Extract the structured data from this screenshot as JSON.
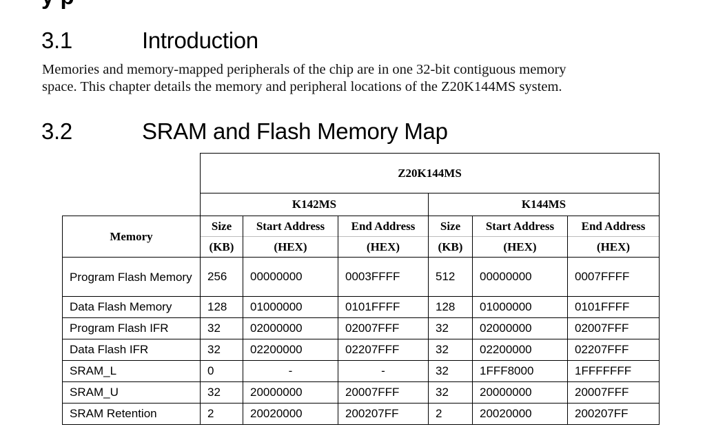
{
  "prev_heading": "y p",
  "sections": [
    {
      "number": "3.1",
      "title": "Introduction"
    },
    {
      "number": "3.2",
      "title": "SRAM and Flash Memory Map"
    }
  ],
  "intro": {
    "line1": "Memories and memory-mapped peripherals of the chip are in one 32-bit contiguous memory",
    "line2": "space. This chapter details the memory and peripheral locations of the Z20K144MS system."
  },
  "table": {
    "product": "Z20K144MS",
    "variants": [
      "K142MS",
      "K144MS"
    ],
    "memory_header": "Memory",
    "col_headers": [
      {
        "top": "Size",
        "bottom": "(KB)"
      },
      {
        "top": "Start Address",
        "bottom": "(HEX)"
      },
      {
        "top": "End Address",
        "bottom": "(HEX)"
      },
      {
        "top": "Size",
        "bottom": "(KB)"
      },
      {
        "top": "Start Address",
        "bottom": "(HEX)"
      },
      {
        "top": "End Address",
        "bottom": "(HEX)"
      }
    ],
    "rows": [
      {
        "memory": "Program Flash Memory",
        "cells": [
          "256",
          "00000000",
          "0003FFFF",
          "512",
          "00000000",
          "0007FFFF"
        ]
      },
      {
        "memory": "Data Flash Memory",
        "cells": [
          "128",
          "01000000",
          "0101FFFF",
          "128",
          "01000000",
          "0101FFFF"
        ]
      },
      {
        "memory": "Program Flash IFR",
        "cells": [
          "32",
          "02000000",
          "02007FFF",
          "32",
          "02000000",
          "02007FFF"
        ]
      },
      {
        "memory": "Data Flash IFR",
        "cells": [
          "32",
          "02200000",
          "02207FFF",
          "32",
          "02200000",
          "02207FFF"
        ]
      },
      {
        "memory": "SRAM_L",
        "cells": [
          "0",
          "-",
          "-",
          "32",
          "1FFF8000",
          "1FFFFFFF"
        ]
      },
      {
        "memory": "SRAM_U",
        "cells": [
          "32",
          "20000000",
          "20007FFF",
          "32",
          "20000000",
          "20007FFF"
        ]
      },
      {
        "memory": "SRAM Retention",
        "cells": [
          "2",
          "20020000",
          "200207FF",
          "2",
          "20020000",
          "200207FF"
        ]
      }
    ]
  }
}
